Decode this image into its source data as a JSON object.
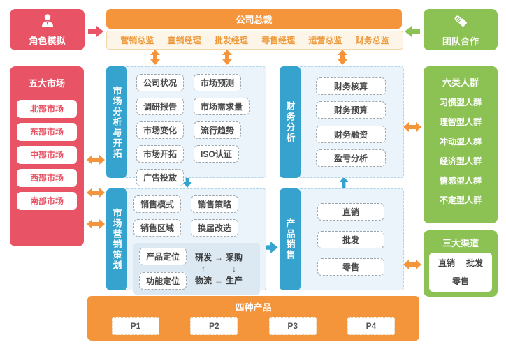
{
  "colors": {
    "orange": "#F5953B",
    "red": "#E85465",
    "green": "#8CC153",
    "teal": "#35A3CE",
    "panel_blue": "#EBF4FA",
    "cream": "#FDF6E8"
  },
  "top": {
    "role_sim_label": "角色模拟",
    "president_label": "公司总裁",
    "managers": [
      "营销总监",
      "直销经理",
      "批发经理",
      "零售经理",
      "运营总监",
      "财务总监"
    ],
    "teamwork_label": "团队合作"
  },
  "markets": {
    "title": "五大市场",
    "items": [
      "北部市场",
      "东部市场",
      "中部市场",
      "西部市场",
      "南部市场"
    ]
  },
  "groups": {
    "title": "六类人群",
    "items": [
      "习惯型人群",
      "理智型人群",
      "冲动型人群",
      "经济型人群",
      "情感型人群",
      "不定型人群"
    ]
  },
  "market_analysis": {
    "title": "市场分析与开拓",
    "col1": [
      "公司状况",
      "调研报告",
      "市场变化",
      "市场开拓",
      "广告投放"
    ],
    "col2": [
      "市场预测",
      "市场需求量",
      "流行趋势",
      "ISO认证"
    ]
  },
  "finance": {
    "title": "财务分析",
    "items": [
      "财务核算",
      "财务预算",
      "财务融资",
      "盈亏分析"
    ]
  },
  "marketing": {
    "title": "市场营销策划",
    "grid": [
      "销售模式",
      "销售策略",
      "销售区域",
      "换届改选"
    ],
    "positioning": [
      "产品定位",
      "功能定位"
    ],
    "cycle": {
      "top_left": "研发",
      "top_right": "采购",
      "bottom_left": "物流",
      "bottom_right": "生产",
      "arrow_right": "→",
      "arrow_down": "↓",
      "arrow_left": "←",
      "arrow_up": "↑"
    }
  },
  "product_sales": {
    "title": "产品销售",
    "items": [
      "直销",
      "批发",
      "零售"
    ]
  },
  "channels": {
    "title": "三大渠道",
    "items": [
      "直销",
      "批发",
      "零售"
    ]
  },
  "products": {
    "title": "四种产品",
    "items": [
      "P1",
      "P2",
      "P3",
      "P4"
    ]
  }
}
